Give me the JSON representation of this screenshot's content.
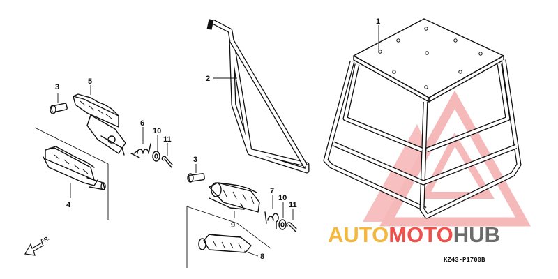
{
  "diagram_code": "KZ43-P1700B",
  "direction_label": "FR.",
  "callouts": {
    "c1": "1",
    "c2": "2",
    "c3a": "3",
    "c3b": "3",
    "c4": "4",
    "c5": "5",
    "c6": "6",
    "c7": "7",
    "c8": "8",
    "c9": "9",
    "c10a": "10",
    "c10b": "10",
    "c11a": "11",
    "c11b": "11"
  },
  "watermark": {
    "part1": "AUTO",
    "part2": "MOTO",
    "part3": "HUB",
    "colors": {
      "orange": "#f5b12a",
      "red": "#ef3e36",
      "gray": "#5c5c5c",
      "triangle": "#f08080"
    }
  }
}
